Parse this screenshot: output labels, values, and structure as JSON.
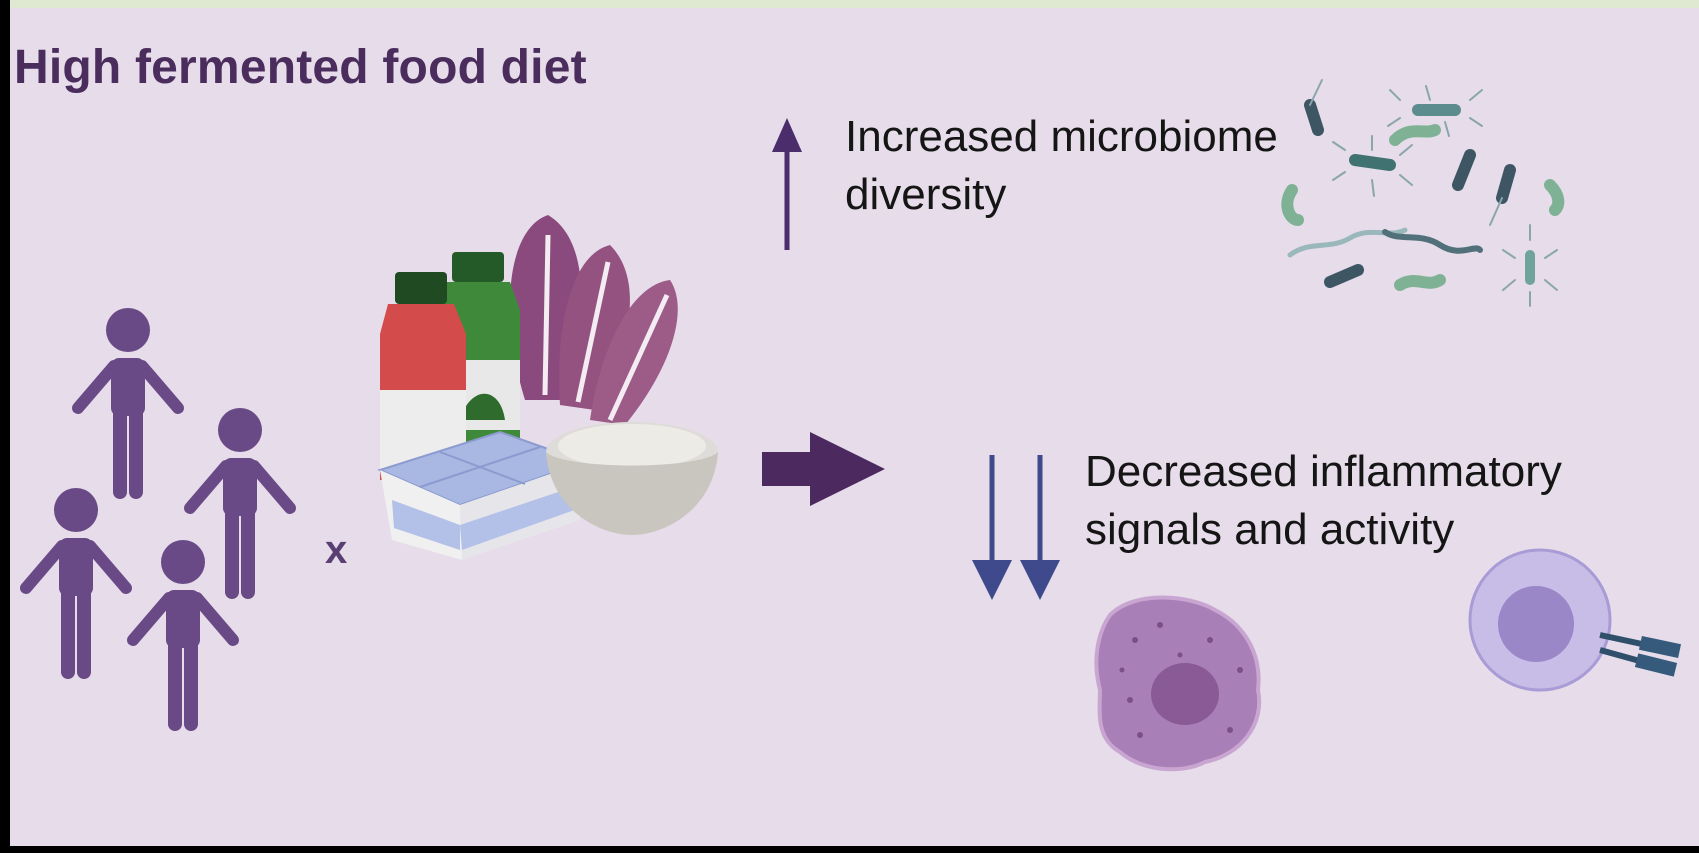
{
  "title": "High fermented food diet",
  "multiplier": "x",
  "outcomes": {
    "increase": {
      "line1": "Increased microbiome",
      "line2": "diversity"
    },
    "decrease": {
      "line1": "Decreased inflammatory",
      "line2": "signals and activity"
    }
  },
  "icons": [
    "people-icon",
    "fermented-foods-icon",
    "right-arrow-icon",
    "up-arrow-icon",
    "double-down-arrow-icon",
    "bacteria-icon",
    "immune-cell-icon",
    "lymphocyte-icon"
  ],
  "colors": {
    "background": "#e6dcea",
    "title": "#4a2d5c",
    "person": "#6a4a86",
    "arrow_up": "#4a2d6a",
    "arrow_down": "#3f4a8c"
  }
}
